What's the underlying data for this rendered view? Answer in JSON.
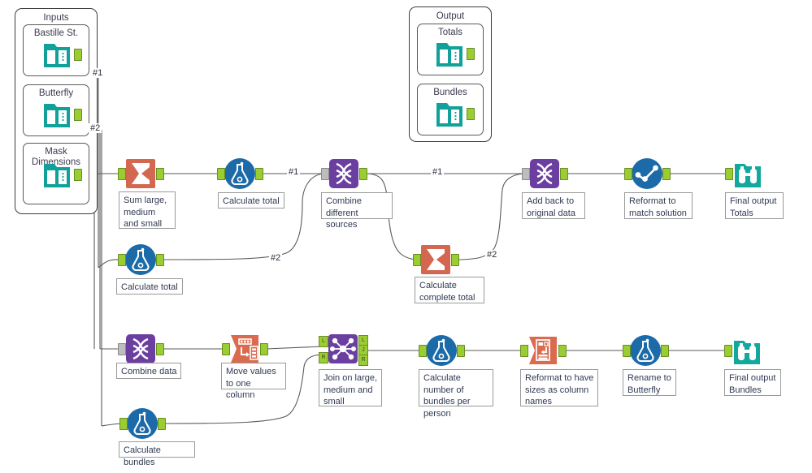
{
  "app": {
    "name": "alteryx-workflow-canvas",
    "background": "#ffffff"
  },
  "palette": {
    "input_teal": "#12A19A",
    "browse_teal": "#13A89E",
    "summarize_orange": "#D4674F",
    "transpose_orange": "#DB6B4F",
    "crosstab_orange": "#DB6B4F",
    "formula_blue": "#1C6BA8",
    "select_blue": "#1C6BA8",
    "union_purple": "#6B3FA0",
    "join_purple": "#6B3FA0",
    "anchor_green": "#9ACD32",
    "wire_grey": "#5a5a5a",
    "label_text": "#2f3a52",
    "border_grey": "#9a9a9a"
  },
  "containers": [
    {
      "id": "inputs",
      "title": "Inputs",
      "tools": [
        {
          "id": "bastille",
          "title": "Bastille St.",
          "icon": "input-data-icon"
        },
        {
          "id": "butterfly",
          "title": "Butterfly",
          "icon": "input-data-icon"
        },
        {
          "id": "mask",
          "title": "Mask\nDimensions",
          "title_line1": "Mask",
          "title_line2": "Dimensions",
          "icon": "input-data-icon"
        }
      ]
    },
    {
      "id": "output",
      "title": "Output",
      "tools": [
        {
          "id": "totals",
          "title": "Totals",
          "icon": "output-data-icon"
        },
        {
          "id": "bundles",
          "title": "Bundles",
          "icon": "output-data-icon"
        }
      ]
    }
  ],
  "nodes": [
    {
      "id": "sum-large-medium-small",
      "tool": "summarize",
      "icon": "summarize-sigma-icon",
      "label": "Sum large, medium and small"
    },
    {
      "id": "calculate-total-1",
      "tool": "formula",
      "icon": "formula-flask-icon",
      "label": "Calculate total"
    },
    {
      "id": "combine-different-sources",
      "tool": "union",
      "icon": "union-helix-icon",
      "label": "Combine different sources"
    },
    {
      "id": "add-back-to-original-data",
      "tool": "union",
      "icon": "union-helix-icon",
      "label": "Add back to original data"
    },
    {
      "id": "reformat-to-match-solution",
      "tool": "select",
      "icon": "select-check-icon",
      "label": "Reformat to match solution"
    },
    {
      "id": "final-output-totals",
      "tool": "browse",
      "icon": "browse-binoculars-icon",
      "label": "Final output Totals"
    },
    {
      "id": "calculate-total-2",
      "tool": "formula",
      "icon": "formula-flask-icon",
      "label": "Calculate total"
    },
    {
      "id": "calculate-complete-total",
      "tool": "summarize",
      "icon": "summarize-sigma-icon",
      "label": "Calculate complete total"
    },
    {
      "id": "combine-data",
      "tool": "union",
      "icon": "union-helix-icon",
      "label": "Combine data"
    },
    {
      "id": "move-values-to-one-column",
      "tool": "transpose",
      "icon": "transpose-icon",
      "label": "Move values to one column"
    },
    {
      "id": "join-on-large-medium-small",
      "tool": "join",
      "icon": "join-nodes-icon",
      "label": "Join on large, medium and small"
    },
    {
      "id": "calculate-number-of-bundles-per-person",
      "tool": "formula",
      "icon": "formula-flask-icon",
      "label": "Calculate number of bundles per person"
    },
    {
      "id": "reformat-sizes-as-column-names",
      "tool": "crosstab",
      "icon": "crosstab-icon",
      "label": "Reformat to have sizes as column names"
    },
    {
      "id": "rename-to-butterfly",
      "tool": "formula",
      "icon": "formula-flask-icon",
      "label": "Rename to Butterfly"
    },
    {
      "id": "final-output-bundles",
      "tool": "browse",
      "icon": "browse-binoculars-icon",
      "label": "Final output Bundles"
    },
    {
      "id": "calculate-bundles",
      "tool": "formula",
      "icon": "formula-flask-icon",
      "label": "Calculate bundles"
    }
  ],
  "connection_labels": [
    {
      "id": "w1",
      "text": "#1"
    },
    {
      "id": "w2",
      "text": "#2"
    },
    {
      "id": "w3",
      "text": "#1"
    },
    {
      "id": "w4",
      "text": "#2"
    },
    {
      "id": "w5",
      "text": "#1"
    },
    {
      "id": "w6",
      "text": "#2"
    }
  ],
  "join_anchors": {
    "left_in": "L",
    "right_in": "R",
    "left_out": "L",
    "join_out": "J",
    "right_out": "R"
  }
}
